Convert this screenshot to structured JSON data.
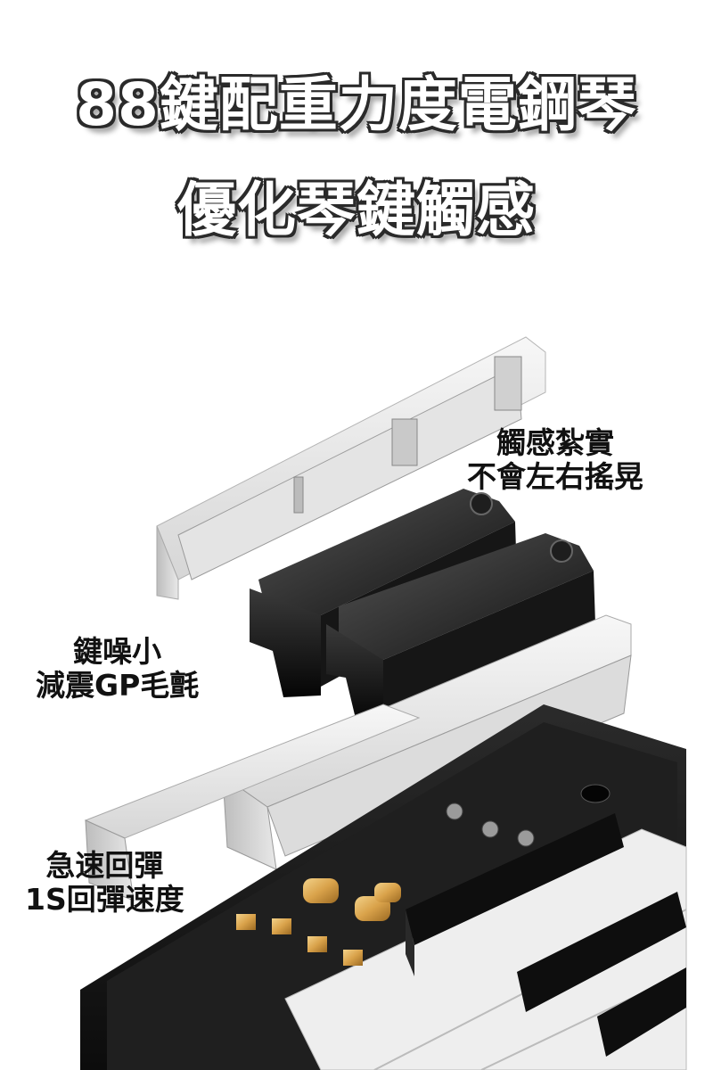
{
  "headline": {
    "line1": "88鍵配重力度電鋼琴",
    "line2": "優化琴鍵觸感"
  },
  "callouts": [
    {
      "line1": "觸感紮實",
      "line2": "不會左右搖晃"
    },
    {
      "line1": "鍵噪小",
      "line2": "減震GP毛氈"
    },
    {
      "line1": "急速回彈",
      "line2": "1S回彈速度"
    }
  ]
}
